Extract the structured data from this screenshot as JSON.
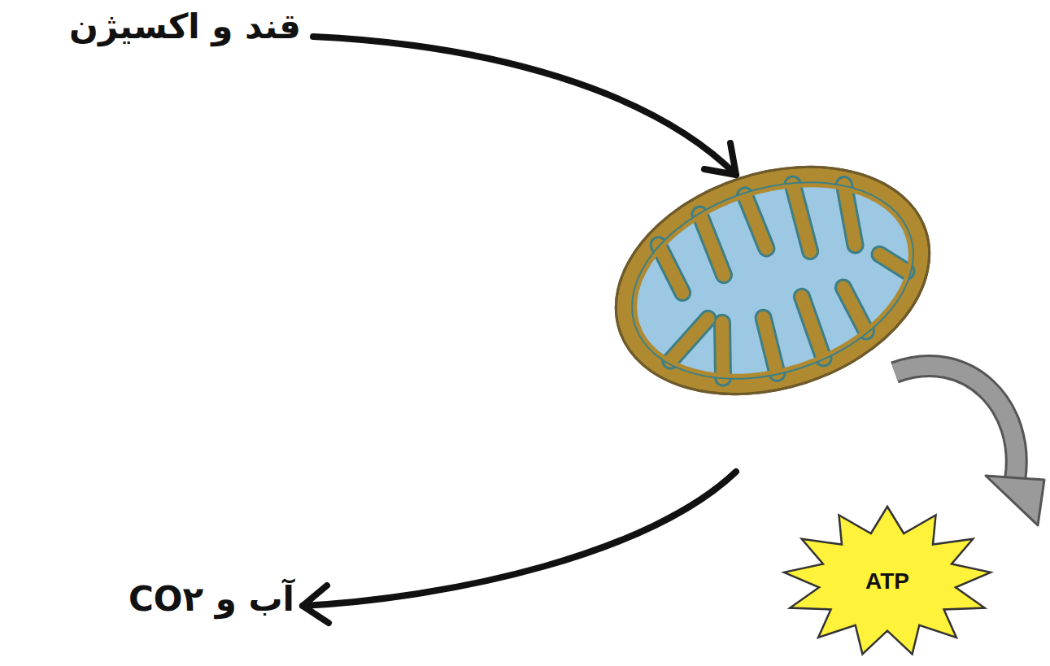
{
  "diagram": {
    "nodes": [
      {
        "text": [
          "ATP"
        ]
      }
    ],
    "labels": [
      "قند و اکسیژن",
      "آب و CO۲"
    ]
  }
}
